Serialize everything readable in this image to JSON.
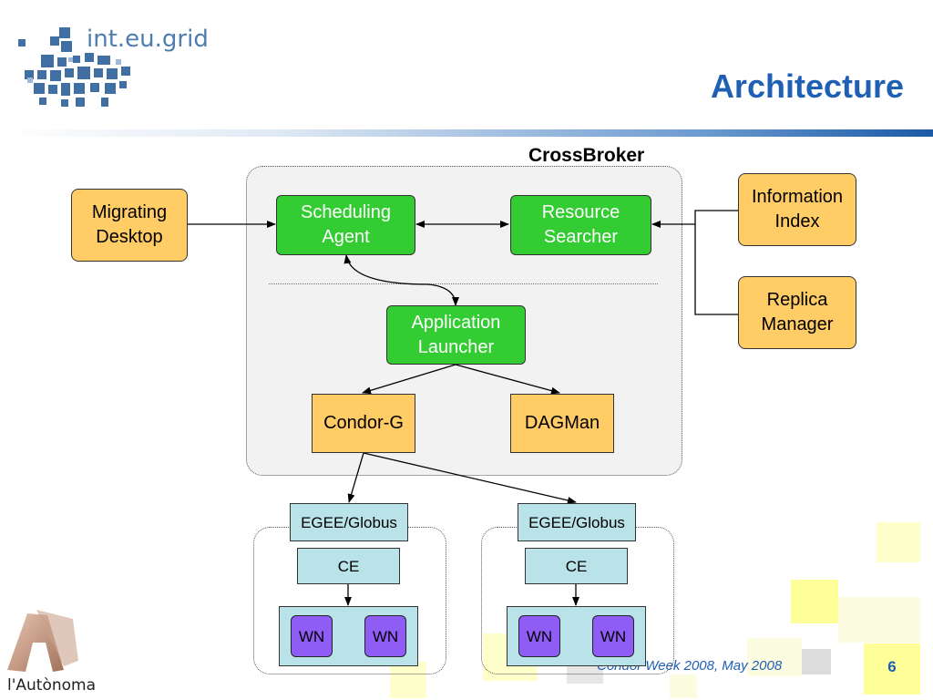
{
  "header": {
    "logo_text": "int.eu.grid",
    "title": "Architecture"
  },
  "diagram": {
    "crossbroker_label": "CrossBroker",
    "migrating_desktop": [
      "Migrating",
      "Desktop"
    ],
    "scheduling_agent": [
      "Scheduling",
      "Agent"
    ],
    "resource_searcher": [
      "Resource",
      "Searcher"
    ],
    "application_launcher": [
      "Application",
      "Launcher"
    ],
    "information_index": [
      "Information",
      "Index"
    ],
    "replica_manager": [
      "Replica",
      "Manager"
    ],
    "condor_g": "Condor-G",
    "dagman": "DAGMan",
    "sites": [
      {
        "middleware": "EGEE/Globus",
        "ce": "CE",
        "wn": [
          "WN",
          "WN"
        ]
      },
      {
        "middleware": "EGEE/Globus",
        "ce": "CE",
        "wn": [
          "WN",
          "WN"
        ]
      }
    ]
  },
  "footer": {
    "event": "Condor Week 2008, May 2008",
    "page_number": "6",
    "logo_text": "l'Autònoma"
  },
  "colors": {
    "title": "#1f5fb4",
    "orange_box": "#ffcc66",
    "green_box": "#33cc33",
    "cyan_box": "#b9e3e8",
    "wn_box": "#8f5cf5",
    "gradient_bar": "#1a5aa6"
  }
}
